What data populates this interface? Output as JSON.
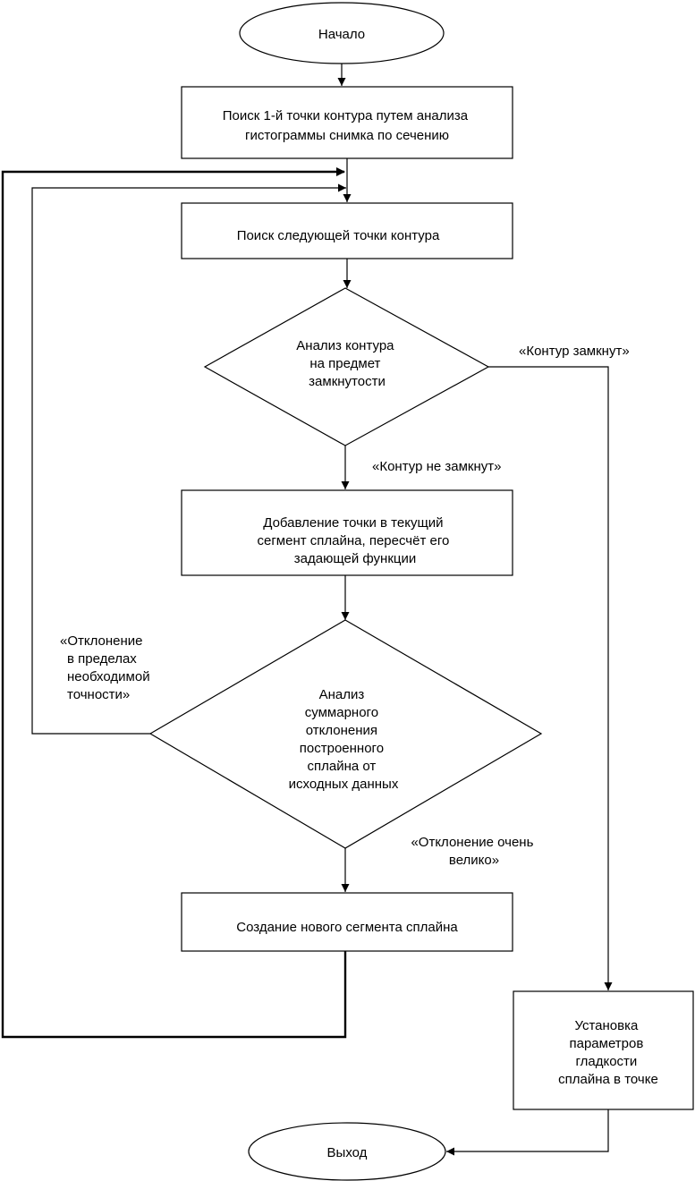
{
  "flowchart": {
    "start": "Начало",
    "step_find_first": [
      "Поиск 1-й точки контура путем анализа",
      "гистограммы снимка по сечению"
    ],
    "step_find_next": "Поиск следующей точки контура",
    "decision_closed": [
      "Анализ контура",
      "на предмет",
      "замкнутости"
    ],
    "edge_closed": "«Контур замкнут»",
    "edge_not_closed": "«Контур не замкнут»",
    "step_add_point": [
      "Добавление точки в текущий",
      "сегмент сплайна, пересчёт его",
      "задающей функции"
    ],
    "decision_deviation": [
      "Анализ",
      "суммарного",
      "отклонения",
      "построенного",
      "сплайна от",
      "исходных данных"
    ],
    "edge_within": [
      "«Отклонение",
      "в пределах",
      "необходимой",
      "точности»"
    ],
    "edge_too_large": [
      "«Отклонение очень",
      "велико»"
    ],
    "step_new_segment": "Создание нового сегмента сплайна",
    "step_smoothness": [
      "Установка",
      "параметров",
      "гладкости",
      "сплайна в точке"
    ],
    "exit": "Выход"
  }
}
